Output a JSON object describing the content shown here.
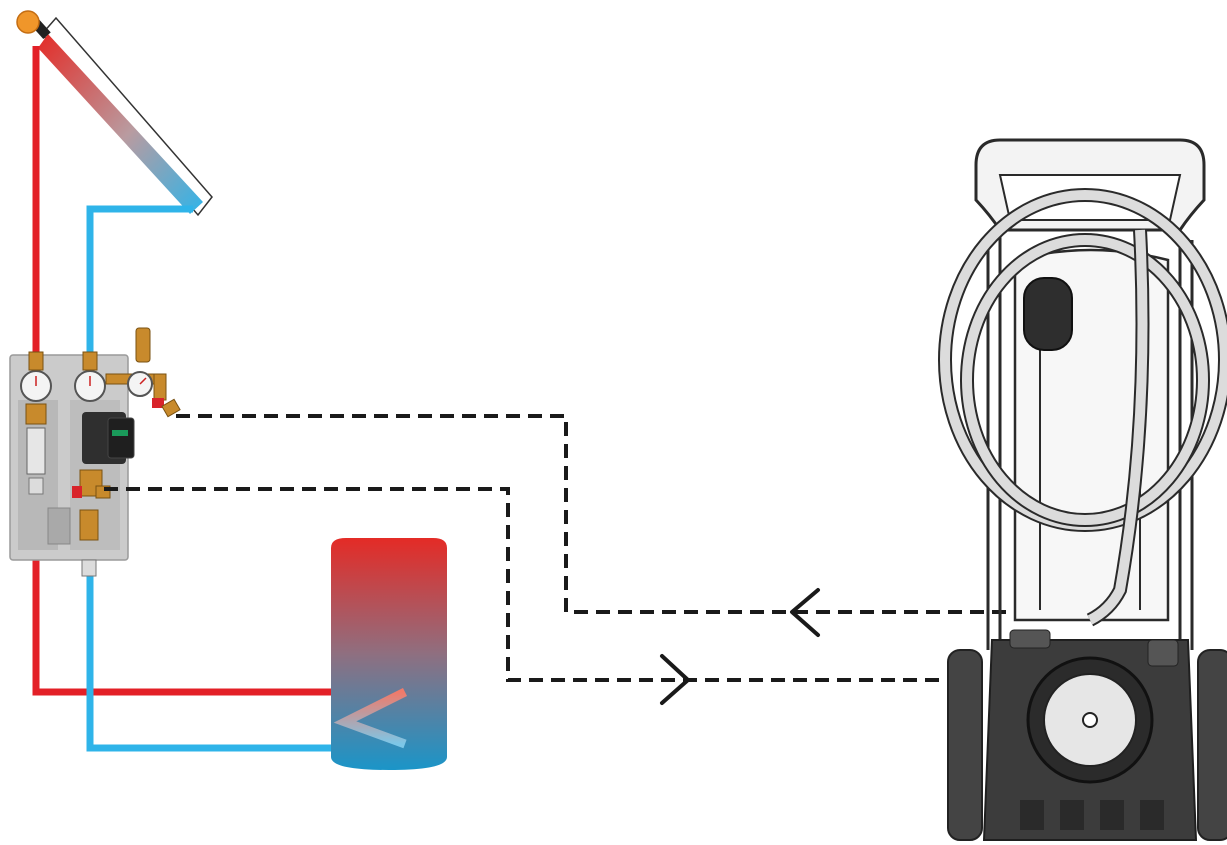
{
  "diagram": {
    "type": "solar-thermal-flushing-schematic",
    "components": [
      {
        "name": "solar-collector",
        "icon": "solar-panel"
      },
      {
        "name": "pump-station",
        "icon": "pump-group"
      },
      {
        "name": "storage-tank",
        "icon": "hot-water-cylinder"
      },
      {
        "name": "filling-cart",
        "icon": "flushing-pump-trolley"
      }
    ],
    "connections": [
      {
        "from": "filling-cart",
        "to": "pump-station",
        "style": "dashed",
        "direction": "to-station"
      },
      {
        "from": "pump-station",
        "to": "filling-cart",
        "style": "dashed",
        "direction": "to-cart"
      }
    ],
    "colors": {
      "hot_line": "#e32027",
      "cold_line": "#2fb4e9",
      "hose_line": "#1a1a1a",
      "tank_top": "#e42b26",
      "tank_bottom": "#1b95c8",
      "station_plate": "#c9c9c9",
      "brass": "#c88a2c",
      "cart_body": "#3c3c3c",
      "cart_outline": "#2a2a2a"
    }
  }
}
